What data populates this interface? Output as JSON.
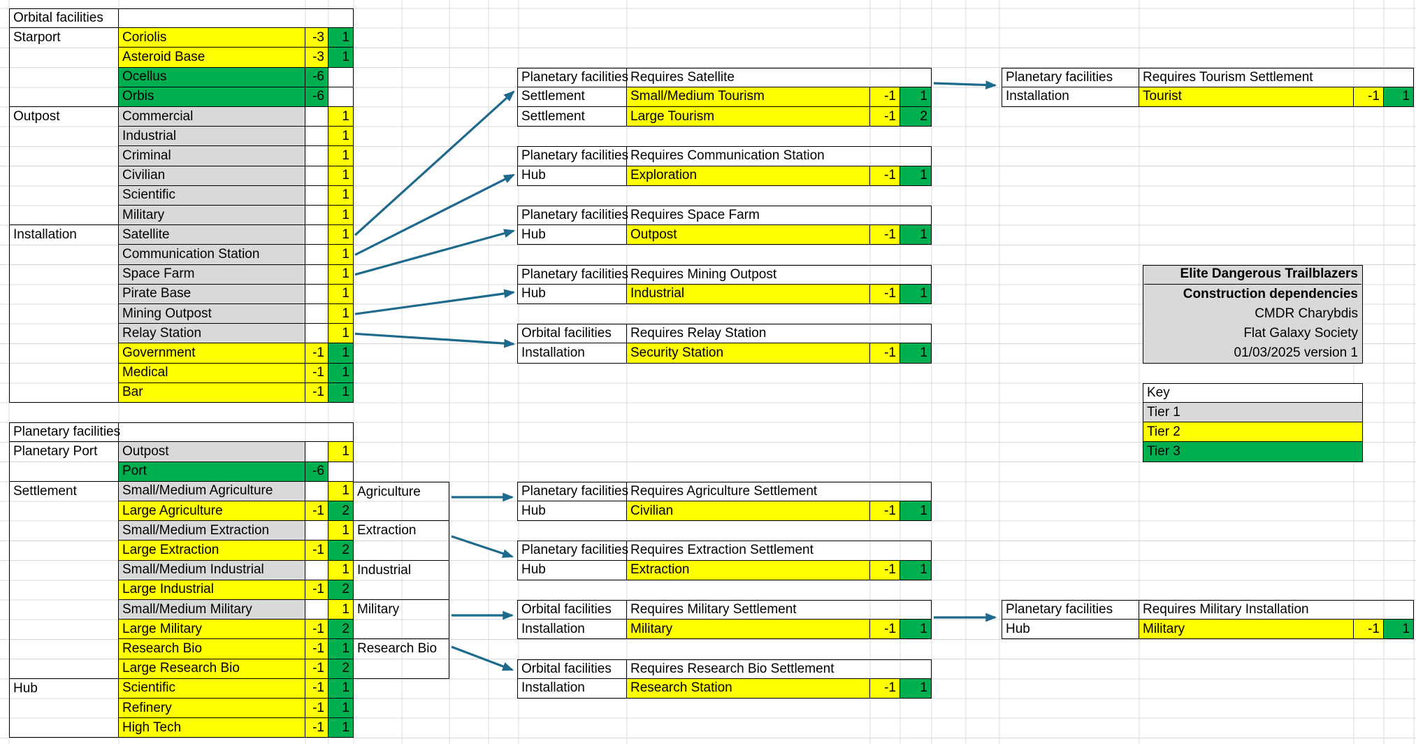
{
  "app": {
    "title": "Construction dependencies"
  },
  "colors": {
    "tier1": "#D9D9D9",
    "tier2": "#FFFF00",
    "tier3": "#00B050",
    "arrow": "#1E6A8C",
    "grid": "#D8D8D8",
    "border": "#000000"
  },
  "orbital": {
    "header": "Orbital facilities",
    "groups": [
      {
        "category": "Starport",
        "rows": [
          {
            "name": "Coriolis",
            "tier": "tier2",
            "cost": "-3",
            "cost_bg": "tier2",
            "gain": "1",
            "gain_bg": "tier3"
          },
          {
            "name": "Asteroid Base",
            "tier": "tier2",
            "cost": "-3",
            "cost_bg": "tier2",
            "gain": "1",
            "gain_bg": "tier3"
          },
          {
            "name": "Ocellus",
            "tier": "tier3",
            "cost": "-6",
            "cost_bg": "tier3",
            "gain": "",
            "gain_bg": "white"
          },
          {
            "name": "Orbis",
            "tier": "tier3",
            "cost": "-6",
            "cost_bg": "tier3",
            "gain": "",
            "gain_bg": "white"
          }
        ]
      },
      {
        "category": "Outpost",
        "rows": [
          {
            "name": "Commercial",
            "tier": "tier1",
            "cost": "",
            "cost_bg": "white",
            "gain": "1",
            "gain_bg": "tier2"
          },
          {
            "name": "Industrial",
            "tier": "tier1",
            "cost": "",
            "cost_bg": "white",
            "gain": "1",
            "gain_bg": "tier2"
          },
          {
            "name": "Criminal",
            "tier": "tier1",
            "cost": "",
            "cost_bg": "white",
            "gain": "1",
            "gain_bg": "tier2"
          },
          {
            "name": "Civilian",
            "tier": "tier1",
            "cost": "",
            "cost_bg": "white",
            "gain": "1",
            "gain_bg": "tier2"
          },
          {
            "name": "Scientific",
            "tier": "tier1",
            "cost": "",
            "cost_bg": "white",
            "gain": "1",
            "gain_bg": "tier2"
          },
          {
            "name": "Military",
            "tier": "tier1",
            "cost": "",
            "cost_bg": "white",
            "gain": "1",
            "gain_bg": "tier2"
          }
        ]
      },
      {
        "category": "Installation",
        "rows": [
          {
            "name": "Satellite",
            "tier": "tier1",
            "cost": "",
            "cost_bg": "white",
            "gain": "1",
            "gain_bg": "tier2"
          },
          {
            "name": "Communication Station",
            "tier": "tier1",
            "cost": "",
            "cost_bg": "white",
            "gain": "1",
            "gain_bg": "tier2"
          },
          {
            "name": "Space Farm",
            "tier": "tier1",
            "cost": "",
            "cost_bg": "white",
            "gain": "1",
            "gain_bg": "tier2"
          },
          {
            "name": "Pirate Base",
            "tier": "tier1",
            "cost": "",
            "cost_bg": "white",
            "gain": "1",
            "gain_bg": "tier2"
          },
          {
            "name": "Mining Outpost",
            "tier": "tier1",
            "cost": "",
            "cost_bg": "white",
            "gain": "1",
            "gain_bg": "tier2"
          },
          {
            "name": "Relay Station",
            "tier": "tier1",
            "cost": "",
            "cost_bg": "white",
            "gain": "1",
            "gain_bg": "tier2"
          },
          {
            "name": "Government",
            "tier": "tier2",
            "cost": "-1",
            "cost_bg": "tier2",
            "gain": "1",
            "gain_bg": "tier3"
          },
          {
            "name": "Medical",
            "tier": "tier2",
            "cost": "-1",
            "cost_bg": "tier2",
            "gain": "1",
            "gain_bg": "tier3"
          },
          {
            "name": "Bar",
            "tier": "tier2",
            "cost": "-1",
            "cost_bg": "tier2",
            "gain": "1",
            "gain_bg": "tier3"
          }
        ]
      }
    ]
  },
  "planetary": {
    "header": "Planetary facilities",
    "groups": [
      {
        "category": "Planetary Port",
        "rows": [
          {
            "name": "Outpost",
            "tier": "tier1",
            "cost": "",
            "cost_bg": "white",
            "gain": "1",
            "gain_bg": "tier2"
          },
          {
            "name": "Port",
            "tier": "tier3",
            "cost": "-6",
            "cost_bg": "tier3",
            "gain": "",
            "gain_bg": "white"
          }
        ]
      },
      {
        "category": "Settlement",
        "rows": [
          {
            "name": "Small/Medium Agriculture",
            "tier": "tier1",
            "cost": "",
            "cost_bg": "white",
            "gain": "1",
            "gain_bg": "tier2"
          },
          {
            "name": "Large Agriculture",
            "tier": "tier2",
            "cost": "-1",
            "cost_bg": "tier2",
            "gain": "2",
            "gain_bg": "tier3"
          },
          {
            "name": "Small/Medium Extraction",
            "tier": "tier1",
            "cost": "",
            "cost_bg": "white",
            "gain": "1",
            "gain_bg": "tier2"
          },
          {
            "name": "Large Extraction",
            "tier": "tier2",
            "cost": "-1",
            "cost_bg": "tier2",
            "gain": "2",
            "gain_bg": "tier3"
          },
          {
            "name": "Small/Medium Industrial",
            "tier": "tier1",
            "cost": "",
            "cost_bg": "white",
            "gain": "1",
            "gain_bg": "tier2"
          },
          {
            "name": "Large Industrial",
            "tier": "tier2",
            "cost": "-1",
            "cost_bg": "tier2",
            "gain": "2",
            "gain_bg": "tier3"
          },
          {
            "name": "Small/Medium Military",
            "tier": "tier1",
            "cost": "",
            "cost_bg": "white",
            "gain": "1",
            "gain_bg": "tier2"
          },
          {
            "name": "Large Military",
            "tier": "tier2",
            "cost": "-1",
            "cost_bg": "tier2",
            "gain": "2",
            "gain_bg": "tier3"
          },
          {
            "name": "Research Bio",
            "tier": "tier2",
            "cost": "-1",
            "cost_bg": "tier2",
            "gain": "1",
            "gain_bg": "tier3"
          },
          {
            "name": "Large Research Bio",
            "tier": "tier2",
            "cost": "-1",
            "cost_bg": "tier2",
            "gain": "2",
            "gain_bg": "tier3"
          }
        ]
      },
      {
        "category": "Hub",
        "rows": [
          {
            "name": "Scientific",
            "tier": "tier2",
            "cost": "-1",
            "cost_bg": "tier2",
            "gain": "1",
            "gain_bg": "tier3"
          },
          {
            "name": "Refinery",
            "tier": "tier2",
            "cost": "-1",
            "cost_bg": "tier2",
            "gain": "1",
            "gain_bg": "tier3"
          },
          {
            "name": "High Tech",
            "tier": "tier2",
            "cost": "-1",
            "cost_bg": "tier2",
            "gain": "1",
            "gain_bg": "tier3"
          }
        ]
      }
    ]
  },
  "settlement_links": {
    "labels": [
      "Agriculture",
      "Extraction",
      "Industrial",
      "Military",
      "Research Bio"
    ]
  },
  "dependency_tables": [
    {
      "domain": "Planetary facilities",
      "requires": "Requires Satellite",
      "rows": [
        {
          "category": "Settlement",
          "name": "Small/Medium Tourism",
          "cost": "-1",
          "gain": "1"
        },
        {
          "category": "Settlement",
          "name": "Large Tourism",
          "cost": "-1",
          "gain": "2"
        }
      ]
    },
    {
      "domain": "Planetary facilities",
      "requires": "Requires Communication Station",
      "rows": [
        {
          "category": "Hub",
          "name": "Exploration",
          "cost": "-1",
          "gain": "1"
        }
      ]
    },
    {
      "domain": "Planetary facilities",
      "requires": "Requires Space Farm",
      "rows": [
        {
          "category": "Hub",
          "name": "Outpost",
          "cost": "-1",
          "gain": "1"
        }
      ]
    },
    {
      "domain": "Planetary facilities",
      "requires": "Requires Mining Outpost",
      "rows": [
        {
          "category": "Hub",
          "name": "Industrial",
          "cost": "-1",
          "gain": "1"
        }
      ]
    },
    {
      "domain": "Orbital facilities",
      "requires": "Requires Relay Station",
      "rows": [
        {
          "category": "Installation",
          "name": "Security Station",
          "cost": "-1",
          "gain": "1"
        }
      ]
    },
    {
      "domain": "Planetary facilities",
      "requires": "Requires Agriculture Settlement",
      "rows": [
        {
          "category": "Hub",
          "name": "Civilian",
          "cost": "-1",
          "gain": "1"
        }
      ]
    },
    {
      "domain": "Planetary facilities",
      "requires": "Requires Extraction Settlement",
      "rows": [
        {
          "category": "Hub",
          "name": "Extraction",
          "cost": "-1",
          "gain": "1"
        }
      ]
    },
    {
      "domain": "Orbital facilities",
      "requires": "Requires Military Settlement",
      "rows": [
        {
          "category": "Installation",
          "name": "Military",
          "cost": "-1",
          "gain": "1"
        }
      ]
    },
    {
      "domain": "Orbital facilities",
      "requires": "Requires Research Bio Settlement",
      "rows": [
        {
          "category": "Installation",
          "name": "Research Station",
          "cost": "-1",
          "gain": "1"
        }
      ]
    },
    {
      "domain": "Planetary facilities",
      "requires": "Requires Tourism Settlement",
      "rows": [
        {
          "category": "Installation",
          "name": "Tourist",
          "cost": "-1",
          "gain": "1"
        }
      ]
    },
    {
      "domain": "Planetary facilities",
      "requires": "Requires Military Installation",
      "rows": [
        {
          "category": "Hub",
          "name": "Military",
          "cost": "-1",
          "gain": "1"
        }
      ]
    }
  ],
  "info_box": {
    "lines": [
      "Elite Dangerous Trailblazers",
      "Construction dependencies",
      "CMDR Charybdis",
      "Flat Galaxy Society",
      "01/03/2025 version 1"
    ]
  },
  "key": {
    "header": "Key",
    "tiers": [
      {
        "label": "Tier 1",
        "bg": "tier1"
      },
      {
        "label": "Tier 2",
        "bg": "tier2"
      },
      {
        "label": "Tier 3",
        "bg": "tier3"
      }
    ]
  },
  "arrows": [
    {
      "from": "Satellite",
      "to": "Requires Satellite"
    },
    {
      "from": "Communication Station",
      "to": "Requires Communication Station"
    },
    {
      "from": "Space Farm",
      "to": "Requires Space Farm"
    },
    {
      "from": "Mining Outpost",
      "to": "Requires Mining Outpost"
    },
    {
      "from": "Relay Station",
      "to": "Requires Relay Station"
    },
    {
      "from": "Requires Satellite",
      "to": "Requires Tourism Settlement"
    },
    {
      "from": "Agriculture",
      "to": "Requires Agriculture Settlement"
    },
    {
      "from": "Extraction",
      "to": "Requires Extraction Settlement"
    },
    {
      "from": "Military",
      "to": "Requires Military Settlement"
    },
    {
      "from": "Research Bio",
      "to": "Requires Research Bio Settlement"
    },
    {
      "from": "Requires Military Settlement",
      "to": "Requires Military Installation"
    }
  ]
}
